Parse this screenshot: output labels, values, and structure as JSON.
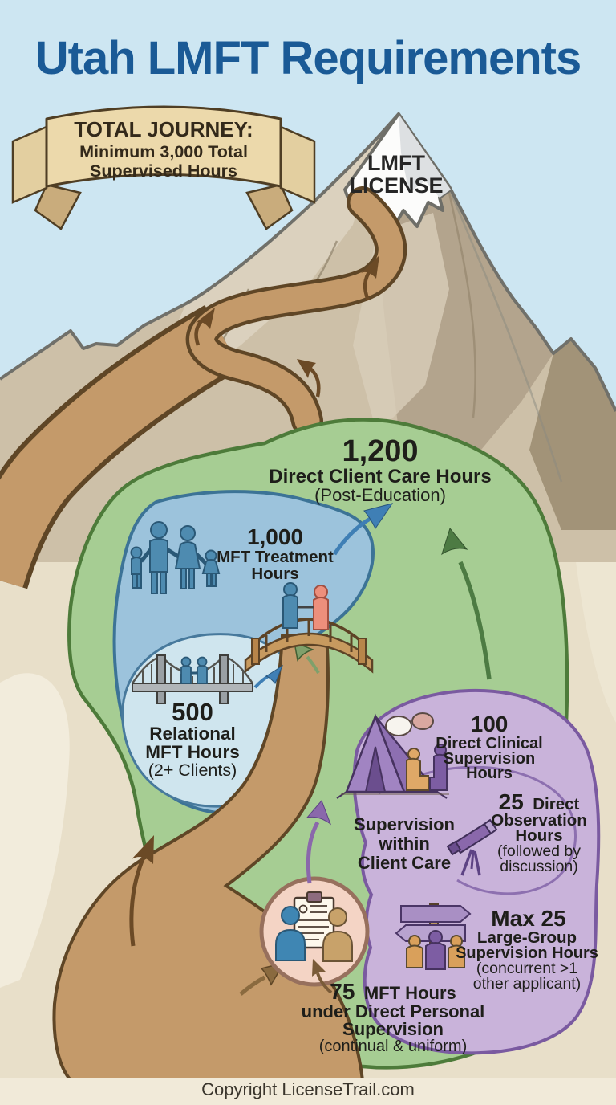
{
  "title": "Utah LMFT Requirements",
  "banner": {
    "heading": "TOTAL JOURNEY:",
    "line1": "Minimum 3,000 Total",
    "line2": "Supervised Hours"
  },
  "peak": {
    "label_line1": "LMFT",
    "label_line2": "LICENSE"
  },
  "milestones": {
    "direct_client_care": {
      "value": "1,200",
      "label": "Direct Client Care Hours",
      "note": "(Post-Education)"
    },
    "mft_treatment": {
      "value": "1,000",
      "label_line1": "MFT Treatment",
      "label_line2": "Hours"
    },
    "relational": {
      "value": "500",
      "label_line1": "Relational",
      "label_line2": "MFT Hours",
      "note": "(2+ Clients)"
    },
    "clinical_supervision": {
      "value": "100",
      "label_line1": "Direct Clinical",
      "label_line2": "Supervision",
      "label_line3": "Hours"
    },
    "supervision_heading": {
      "line1": "Supervision",
      "line2": "within",
      "line3": "Client Care"
    },
    "direct_observation": {
      "value": "25",
      "label_inline": "Direct",
      "label_line2": "Observation",
      "label_line3": "Hours",
      "note_line1": "(followed by",
      "note_line2": "discussion)"
    },
    "large_group": {
      "value": "Max 25",
      "label_line1": "Large-Group",
      "label_line2": "Supervision Hours",
      "note_line1": "(concurrent >1",
      "note_line2": "other applicant)"
    },
    "personal_supervision": {
      "value": "75",
      "label_inline": "MFT Hours",
      "label_line2": "under Direct Personal",
      "label_line3": "Supervision",
      "note": "(continual & uniform)"
    }
  },
  "footer": {
    "copyright": "Copyright LicenseTrail.com"
  },
  "colors": {
    "title": "#1a5a96",
    "sky": "#cde6f2",
    "ground": "#e8dfc9",
    "mountain": "#cdc0a8",
    "snow": "#fcfcfb",
    "trail": "#c49a6a",
    "trail_outline": "#5f4626",
    "green_region": "#a6cd93",
    "blue_region": "#9cc3dc",
    "inner_blue_region": "#cfe5ee",
    "purple_region": "#c9b3da",
    "pink_region": "#f4d4c5",
    "banner_face": "#ecd9ab",
    "footer_bar": "#f1ead9"
  },
  "icons": {
    "family-icon": "family of four holding hands",
    "suspension-bridge-icon": "suspension bridge with two people holding hands",
    "arched-bridge-icon": "arched footbridge with two people holding hands",
    "tent-icon": "camping tent with two seated people talking",
    "telescope-icon": "telescope on tripod",
    "signpost-icon": "directional signpost with group of people",
    "clipboard-supervision-icon": "clipboard between supervisor and supervisee",
    "trail-arrow-icon": "curved arrow along mountain trail"
  }
}
